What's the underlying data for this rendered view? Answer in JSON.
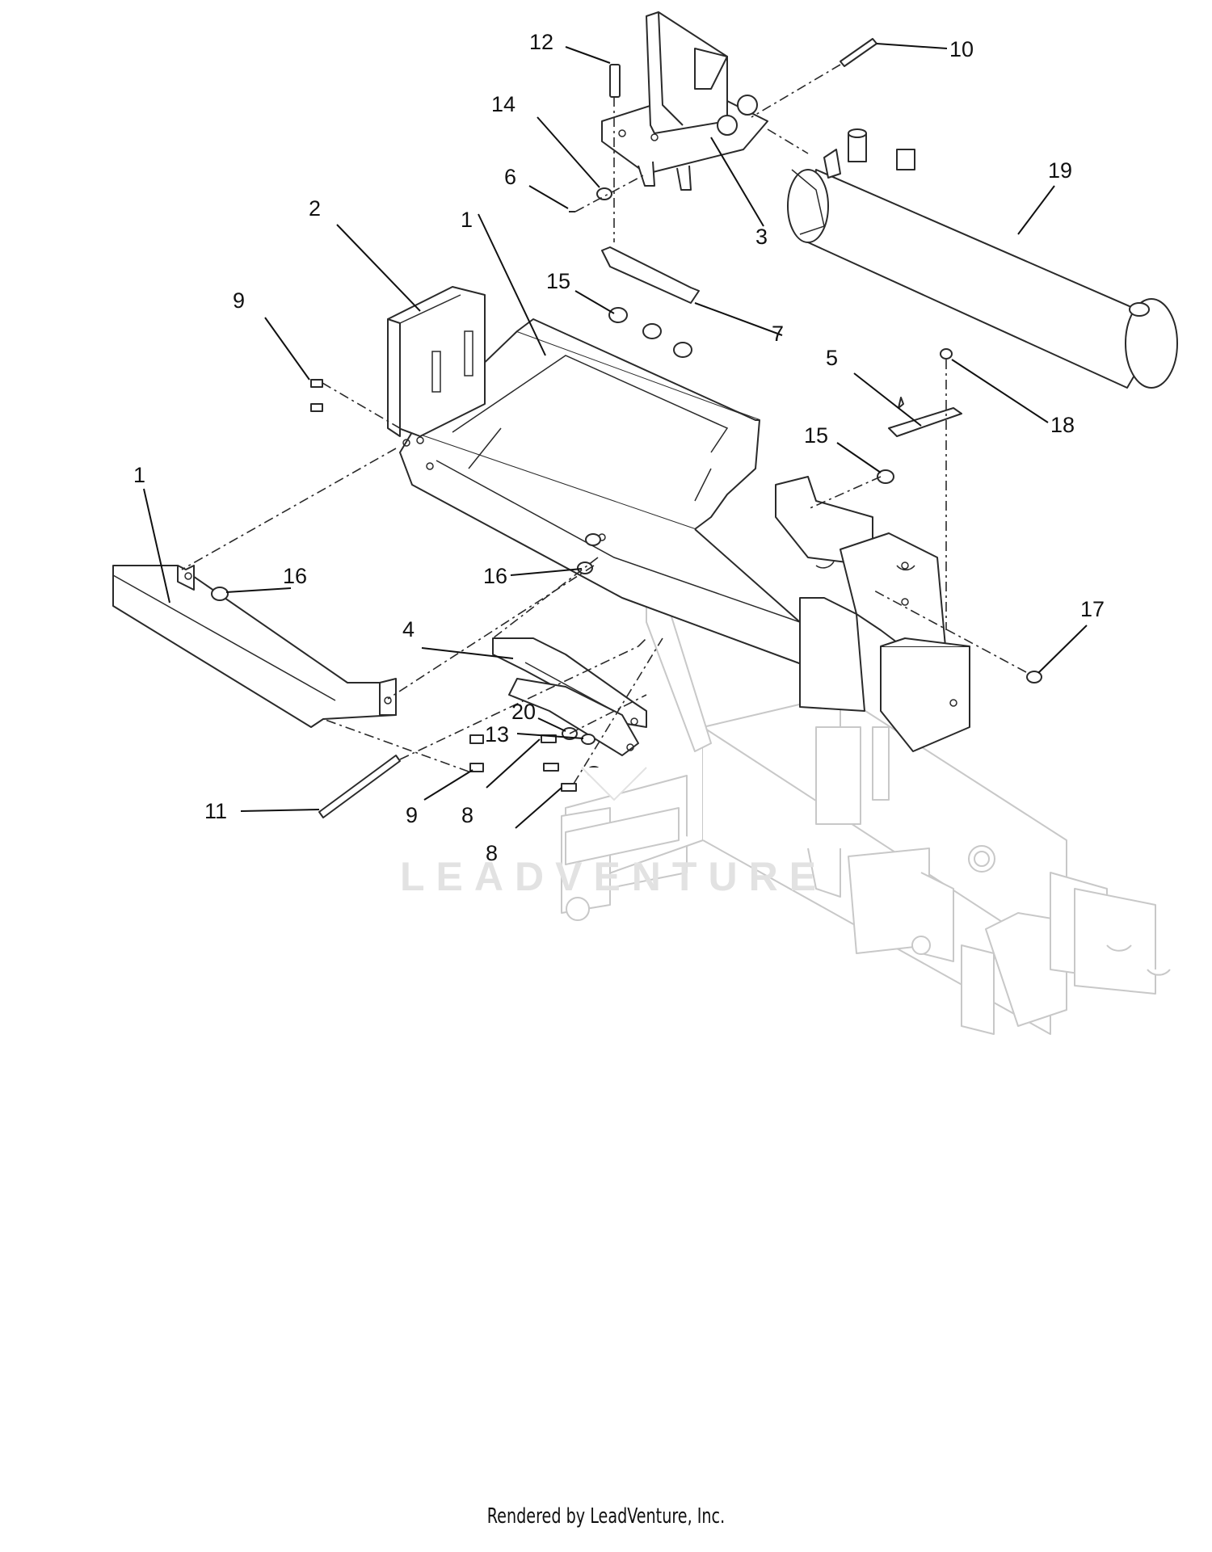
{
  "diagram": {
    "callouts": [
      {
        "id": "c12",
        "text": "12"
      },
      {
        "id": "c10",
        "text": "10"
      },
      {
        "id": "c14",
        "text": "14"
      },
      {
        "id": "c6",
        "text": "6"
      },
      {
        "id": "c3",
        "text": "3"
      },
      {
        "id": "c19",
        "text": "19"
      },
      {
        "id": "c2",
        "text": "2"
      },
      {
        "id": "c1a",
        "text": "1"
      },
      {
        "id": "c15a",
        "text": "15"
      },
      {
        "id": "c7",
        "text": "7"
      },
      {
        "id": "c9a",
        "text": "9"
      },
      {
        "id": "c5",
        "text": "5"
      },
      {
        "id": "c18",
        "text": "18"
      },
      {
        "id": "c15b",
        "text": "15"
      },
      {
        "id": "c1b",
        "text": "1"
      },
      {
        "id": "c16a",
        "text": "16"
      },
      {
        "id": "c16b",
        "text": "16"
      },
      {
        "id": "c17",
        "text": "17"
      },
      {
        "id": "c4",
        "text": "4"
      },
      {
        "id": "c20",
        "text": "20"
      },
      {
        "id": "c13",
        "text": "13"
      },
      {
        "id": "c11",
        "text": "11"
      },
      {
        "id": "c9b",
        "text": "9"
      },
      {
        "id": "c8a",
        "text": "8"
      },
      {
        "id": "c8b",
        "text": "8"
      }
    ],
    "watermark": "LEADVENTURE"
  },
  "footer": {
    "text": "Rendered by LeadVenture, Inc."
  }
}
